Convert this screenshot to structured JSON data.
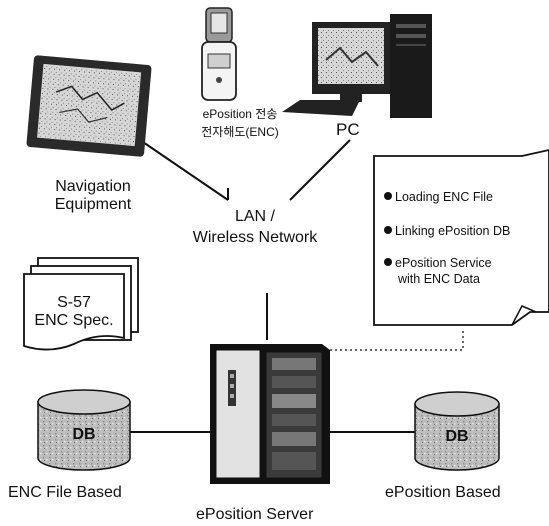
{
  "labels": {
    "navigation": [
      "Navigation",
      "Equipment"
    ],
    "mobile": [
      "ePosition 전송",
      "전자해도(ENC)"
    ],
    "pc": "PC",
    "network": [
      "LAN /",
      "Wireless Network"
    ],
    "spec": [
      "S-57",
      "ENC Spec."
    ],
    "db_left": "DB",
    "db_right": "DB",
    "enc_file_based": "ENC File Based",
    "eposition_server": "ePosition Server",
    "eposition_based": "ePosition Based"
  },
  "note": {
    "items": [
      {
        "lines": [
          "Loading ENC File"
        ]
      },
      {
        "lines": [
          "Linking ePosition DB"
        ]
      },
      {
        "lines": [
          "ePosition Service",
          "with ENC Data"
        ]
      }
    ]
  }
}
